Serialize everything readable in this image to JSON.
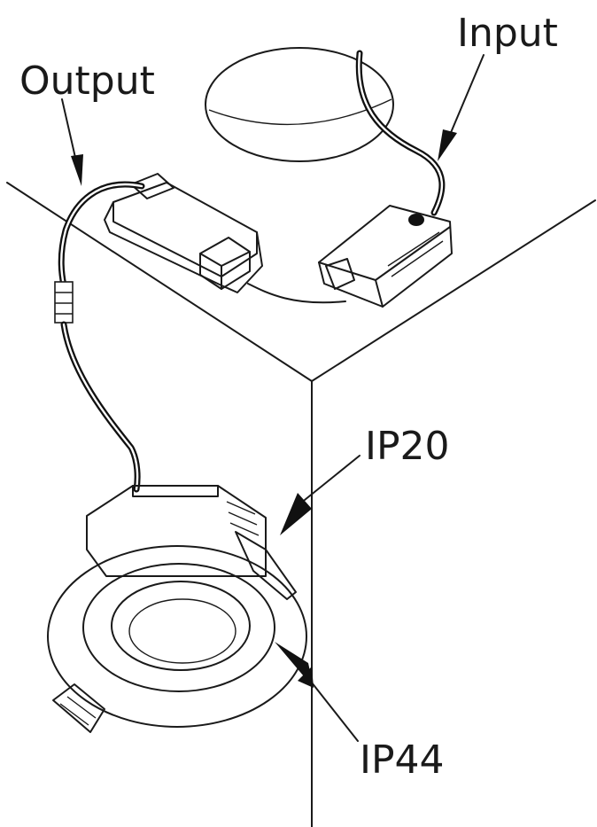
{
  "labels": {
    "input": "Input",
    "output": "Output",
    "ip20": "IP20",
    "ip44": "IP44"
  },
  "colors": {
    "line": "#1a1a1a",
    "background": "#ffffff"
  }
}
